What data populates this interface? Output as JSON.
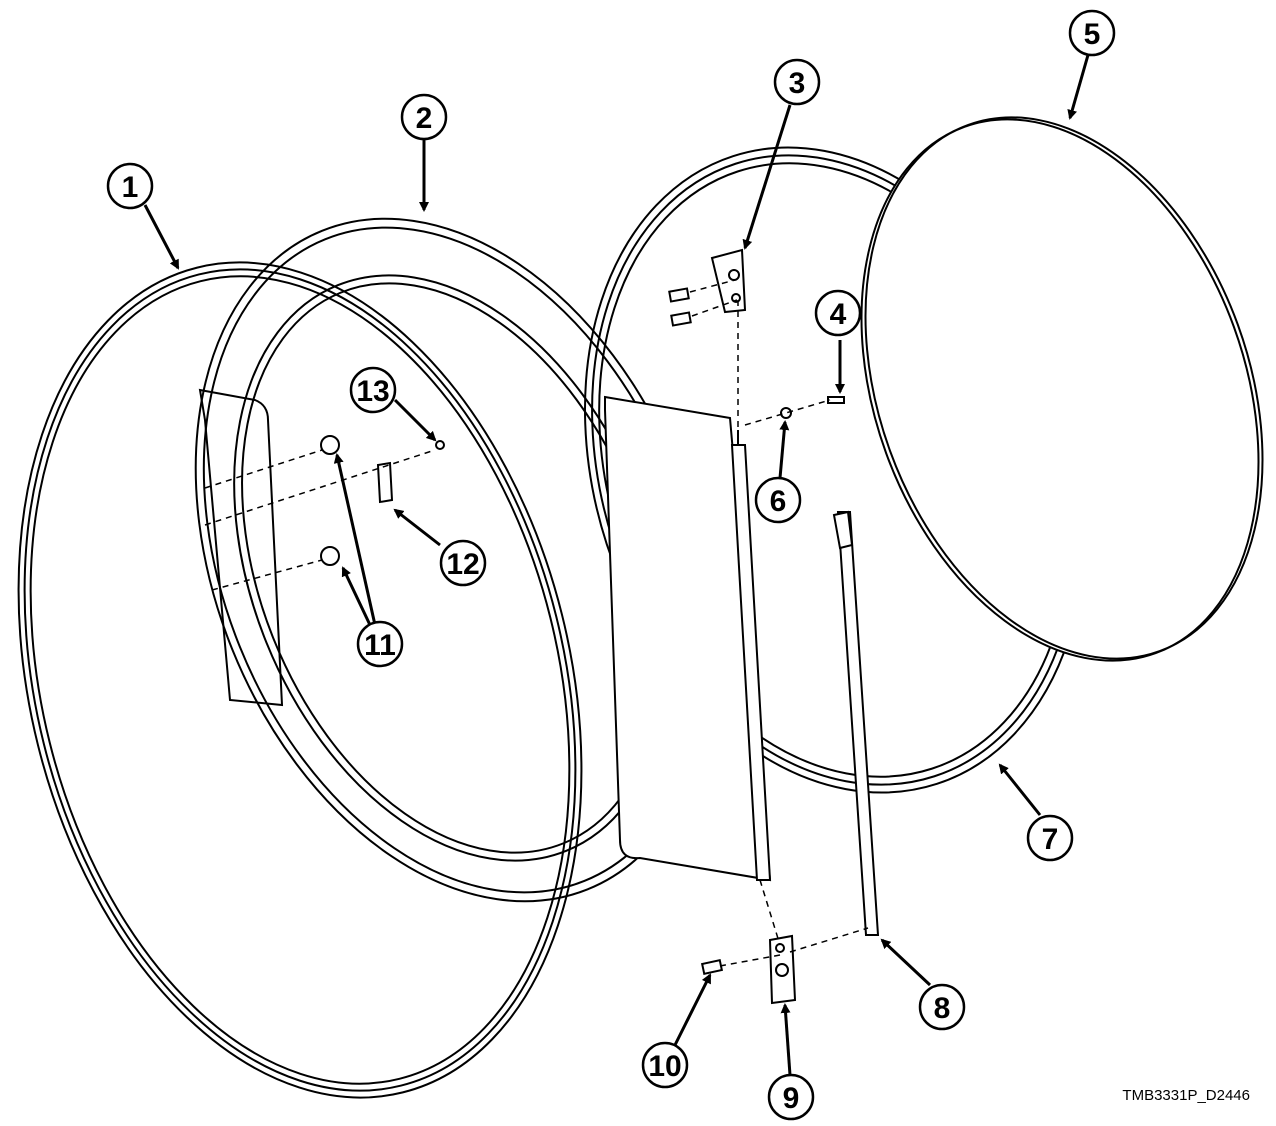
{
  "callouts": [
    {
      "label": "1"
    },
    {
      "label": "2"
    },
    {
      "label": "3"
    },
    {
      "label": "4"
    },
    {
      "label": "5"
    },
    {
      "label": "6"
    },
    {
      "label": "7"
    },
    {
      "label": "8"
    },
    {
      "label": "9"
    },
    {
      "label": "10"
    },
    {
      "label": "11"
    },
    {
      "label": "12"
    },
    {
      "label": "13"
    }
  ],
  "doc_id": "TMB3331P_D2446"
}
